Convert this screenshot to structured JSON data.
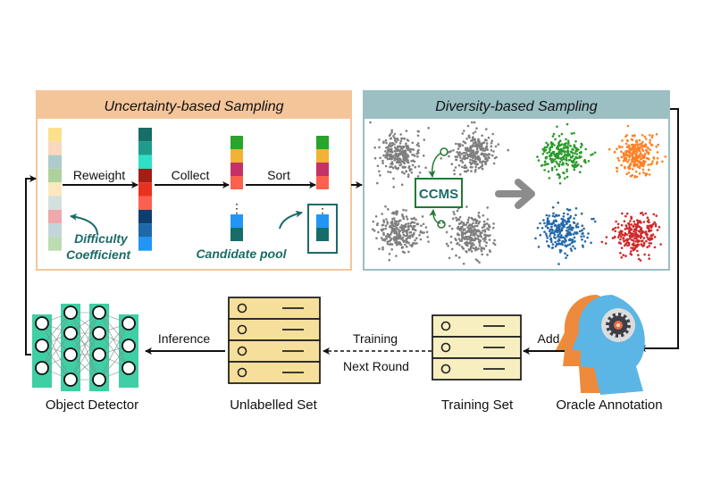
{
  "uncertainty": {
    "title": "Uncertainty-based Sampling",
    "header_color": "#f5c59a",
    "border_color": "#f5c59a",
    "steps": [
      "Reweight",
      "Collect",
      "Sort"
    ],
    "difficulty_label_line1": "Difficulty",
    "difficulty_label_line2": "Coefficient",
    "candidate_label": "Candidate pool",
    "accent_color": "#1b6b66",
    "bar1_colors": [
      "#fde08c",
      "#f9d8bf",
      "#adcbcc",
      "#aed19b",
      "#fde8bd",
      "#d3e0e0",
      "#f0a8ab",
      "#c2d6da",
      "#bcdcb1"
    ],
    "bar2_colors": [
      "#176d68",
      "#1d9c8c",
      "#2ee0c5",
      "#a31e14",
      "#e8321f",
      "#fc614f",
      "#0d3e6f",
      "#1e69a9",
      "#2196f6"
    ],
    "bar3_top_colors": [
      "#2ba32c",
      "#f2b233",
      "#c53167",
      "#fc614f"
    ],
    "bar3_bottom_colors": [
      "#2196f6",
      "#176d68"
    ],
    "ellipsis": "⋮"
  },
  "diversity": {
    "title": "Diversity-based Sampling",
    "header_color": "#9bbfc3",
    "border_color": "#9bbfc3",
    "method_label": "CCMS",
    "method_color": "#1f7a35",
    "raw_cluster_color": "#7f7f7f",
    "cluster_colors": [
      "#2c9b2c",
      "#fd8125",
      "#2469a9",
      "#d02828"
    ]
  },
  "pipeline": {
    "object_detector": "Object Detector",
    "unlabelled_set": "Unlabelled Set",
    "training_set": "Training Set",
    "oracle_annotation": "Oracle Annotation",
    "inference_label": "Inference",
    "training_label": "Training",
    "next_round_label": "Next Round",
    "add_label": "Add",
    "network_color": "#3ecfa5",
    "unlabelled_fill": "#f6df9a",
    "training_fill": "#f8efc0",
    "head_front_color": "#5bb6e6",
    "head_back_color": "#ee8a3c",
    "gear_color": "#3c3f47",
    "gear_center_color": "#ef6a43"
  }
}
